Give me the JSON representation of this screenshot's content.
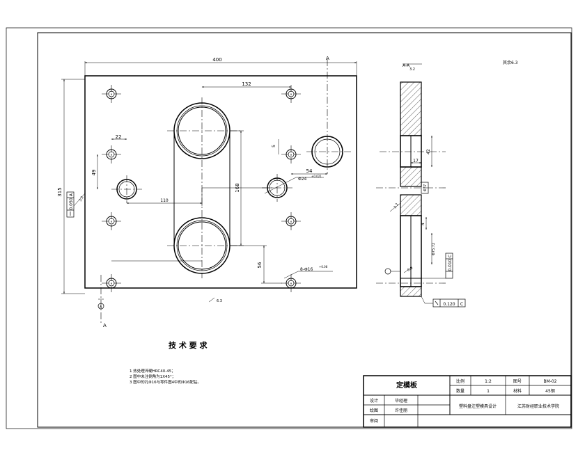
{
  "plate_view": {
    "dim_width": "400",
    "dim_height": "315",
    "dim_spacing_132": "132",
    "dim_20": "22",
    "dim_49": "49",
    "dim_110": "110",
    "dim_168": "168",
    "dim_56": "56",
    "dim_54": "54",
    "dim_5": "5",
    "hole_d24": "Φ24",
    "hole_d24_tol": "+0.021",
    "hole_8x": "8-Φ16",
    "hole_8x_tol": "+0.08",
    "flatness_value": "0.050",
    "flatness_ref": "A",
    "roughness_main": "3.2",
    "roughness_bottom": "6.3",
    "section_label_top": "A",
    "section_label_bottom": "A",
    "datum_label": "A"
  },
  "section_view": {
    "title": "A-A",
    "title_sub": "3.2",
    "dim_42": "42",
    "dim_17": "17",
    "dim_4": "4",
    "dim_d75": "Φ75.72",
    "dim_d37": "Φ37",
    "roughness_side": "3.2",
    "roughness_face": "0.8",
    "parallel_value": "0.120",
    "parallel_ref": "C",
    "perp_value": "0.010",
    "perp_ref": "C",
    "datum_c": "C",
    "corner_note": "其余6.3"
  },
  "tech_requirements": {
    "heading": "技 术 要 求",
    "items": [
      "1  热处理淬硬HRC40-45；",
      "2  图中未注倒角为1X45°；",
      "3  图中的孔Φ16与零件图4中的Φ16配钻。"
    ]
  },
  "title_block": {
    "part_name": "定模板",
    "scale_label": "比例",
    "scale_value": "1:2",
    "drawing_no_label": "图号",
    "drawing_no_value": "BM-02",
    "qty_label": "数量",
    "qty_value": "1",
    "material_label": "材料",
    "material_value": "45钢",
    "design_label": "设计",
    "design_name": "毕经理",
    "drawing_label": "绘图",
    "drawing_name": "许佳丽",
    "review_label": "审阅",
    "project_title": "塑料盘注塑模具设计",
    "school": "江苏财经职业技术学院"
  }
}
